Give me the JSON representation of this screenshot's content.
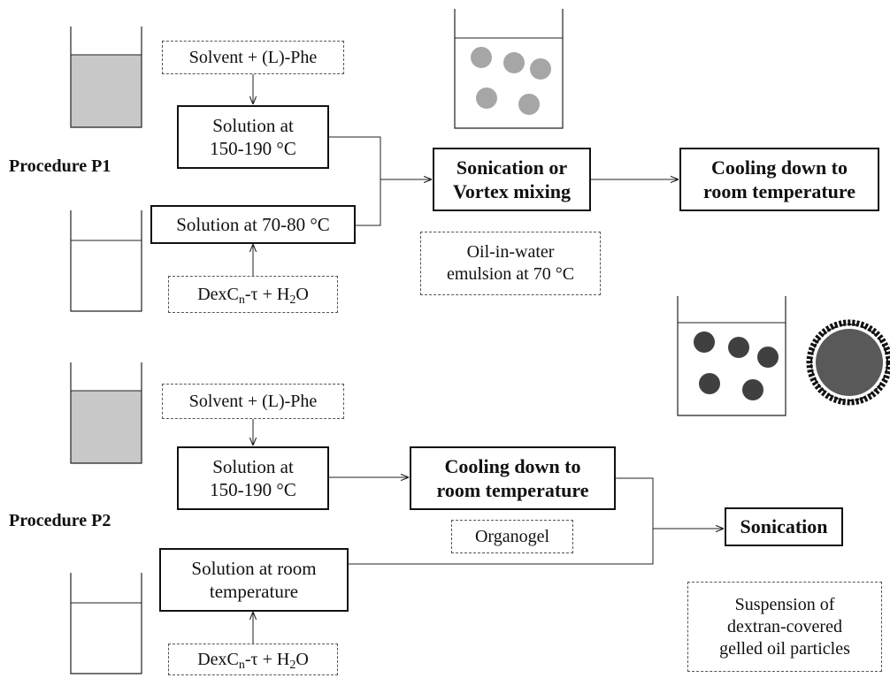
{
  "procedure_p1": {
    "label": "Procedure P1",
    "solvent_box": "Solvent + (L)-Phe",
    "hot_solution": {
      "line1": "Solution at",
      "line2": "150-190 °C"
    },
    "warm_solution": "Solution at 70-80 °C",
    "dex_box": {
      "prefix": "DexC",
      "sub": "n",
      "mid": "-τ + H",
      "sub2": "2",
      "suffix": "O"
    },
    "mixing": {
      "line1": "Sonication or",
      "line2": "Vortex mixing"
    },
    "cooling": {
      "line1": "Cooling down to",
      "line2": "room temperature"
    },
    "emulsion_note": {
      "line1": "Oil-in-water",
      "line2": "emulsion at 70 °C"
    }
  },
  "procedure_p2": {
    "label": "Procedure P2",
    "solvent_box": "Solvent + (L)-Phe",
    "hot_solution": {
      "line1": "Solution at",
      "line2": "150-190 °C"
    },
    "cooling": {
      "line1": "Cooling down to",
      "line2": "room temperature"
    },
    "organogel_note": "Organogel",
    "rt_solution": {
      "line1": "Solution at room",
      "line2": "temperature"
    },
    "dex_box": {
      "prefix": "DexC",
      "sub": "n",
      "mid": "-τ + H",
      "sub2": "2",
      "suffix": "O"
    },
    "sonication": "Sonication",
    "suspension_note": {
      "line1": "Suspension of",
      "line2": "dextran-covered",
      "line3": "gelled oil particles"
    }
  },
  "colors": {
    "filled_liquid": "#c8c8c8",
    "emulsion_droplet": "#a6a6a6",
    "gel_particle": "#404040",
    "big_particle": "#595959"
  }
}
